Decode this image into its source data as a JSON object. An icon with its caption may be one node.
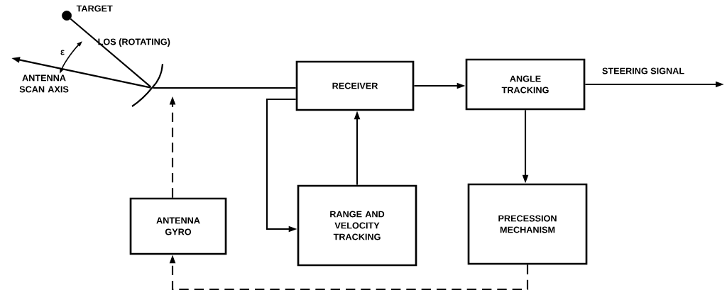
{
  "diagram": {
    "nodes": [
      {
        "text": [],
        "shape": "circle",
        "beside": [
          "TARGET"
        ]
      },
      {
        "text": [],
        "shape": "picture"
      },
      {
        "text": [
          "RECEIVER"
        ]
      },
      {
        "text": [
          "ANGLE TRACKING"
        ]
      },
      {
        "text": [
          "ANTENNA GYRO"
        ]
      },
      {
        "text": [
          "RANGE AND VELOCITY TRACKING"
        ]
      },
      {
        "text": [
          "PRECESSION MECHANISM"
        ]
      }
    ],
    "edges": [
      {
        "from": 0,
        "to": 1,
        "arrow": "none",
        "label": "LOS (ROTATING)"
      },
      {
        "from": 1,
        "to": null,
        "arrow": "to",
        "label": "ANTENNA SCAN AXIS"
      },
      {
        "from": 1,
        "to": 2,
        "arrow": "none"
      },
      {
        "from": 2,
        "to": 3,
        "arrow": "to"
      },
      {
        "from": 3,
        "to": null,
        "arrow": "to",
        "label": "STEERING SIGNAL"
      },
      {
        "from": 2,
        "to": 5,
        "arrow": "to"
      },
      {
        "from": 5,
        "to": 2,
        "arrow": "to"
      },
      {
        "from": 3,
        "to": 6,
        "arrow": "to"
      },
      {
        "from": 4,
        "to": 1,
        "arrow": "to",
        "style": "dashed"
      },
      {
        "from": 6,
        "to": 4,
        "arrow": "to",
        "style": "dashed"
      }
    ],
    "labels": [
      "ε"
    ]
  }
}
